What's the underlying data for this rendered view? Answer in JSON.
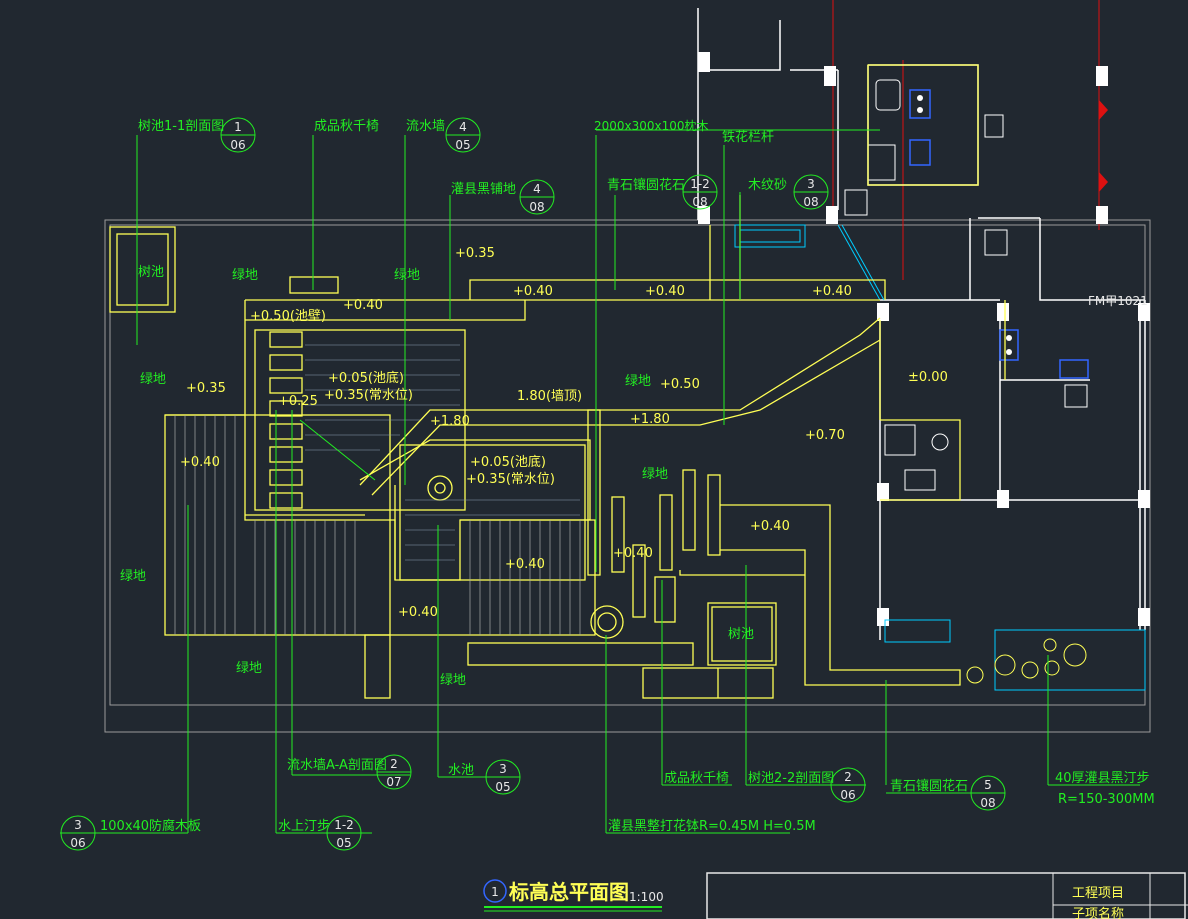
{
  "colors": {
    "background": "#212830",
    "outline": "#ffff55",
    "annotation": "#22ee22",
    "wall": "#ffffff",
    "fixture": "#00ccff",
    "axis": "#dd1111"
  },
  "labels": {
    "tree_pool_1_1": "树池1-1剖面图",
    "swing_chair": "成品秋千椅",
    "water_wall": "流水墙",
    "black_paving": "灌县黑铺地",
    "wood_2000": "2000x300x100枕木",
    "iron_rail": "铁花栏杆",
    "blue_stone": "青石镶圆花石",
    "wood_sand": "木纹砂",
    "tree_pool_1_tag": "树池",
    "tree_pool_2_tag": "树池",
    "water_wall_a": "流水墙A-A剖面图",
    "water_pool": "水池",
    "water_step": "水上汀步",
    "deck_board": "100x40防腐木板",
    "swing_chair_2": "成品秋千椅",
    "tree_pool_2_2": "树池2-2剖面图",
    "blue_stone_2": "青石镶圆花石",
    "step_stone": "40厚灌县黑汀步",
    "step_radius": "R=150-300MM",
    "flower_bowl": "灌县黑整打花钵R=0.45M H=0.5M",
    "door_tag": "FM甲1021"
  },
  "refs": {
    "r1": [
      "1",
      "06"
    ],
    "r2": [
      "4",
      "05"
    ],
    "r3": [
      "4",
      "08"
    ],
    "r4": [
      "1-2",
      "08"
    ],
    "r5": [
      "3",
      "08"
    ],
    "r6": [
      "2",
      "07"
    ],
    "r7": [
      "3",
      "05"
    ],
    "r8": [
      "1-2",
      "05"
    ],
    "r9": [
      "3",
      "06"
    ],
    "r10": [
      "2",
      "06"
    ],
    "r11": [
      "5",
      "08"
    ]
  },
  "greens": {
    "g1": "绿地",
    "g2": "绿地",
    "g3": "绿地",
    "g4": "绿地",
    "g5": "绿地",
    "g6": "绿地",
    "g7": "绿地",
    "g8": "绿地"
  },
  "elevations": {
    "e_035_top": "+0.35",
    "e_040_a": "+0.40",
    "e_040_b": "+0.40",
    "e_040_c": "+0.40",
    "e_050_pool": "+0.50(池壁)",
    "e_040_d": "+0.40",
    "e_005_1": "+0.05(池底)",
    "e_035_1": "+0.35(常水位)",
    "e_035_left": "+0.35",
    "e_025": "+0.25",
    "e_040_left": "+0.40",
    "e_180_wall": "1.80(墙顶)",
    "e_180_a": "+1.80",
    "e_180_b": "+1.80",
    "e_050_mid": "+0.50",
    "e_000": "±0.00",
    "e_070": "+0.70",
    "e_005_2": "+0.05(池底)",
    "e_035_2": "+0.35(常水位)",
    "e_040_e": "+0.40",
    "e_040_f": "+0.40",
    "e_040_g": "+0.40",
    "e_040_h": "+0.40"
  },
  "title": {
    "circle": "1",
    "text": "标高总平面图",
    "scale": "1:100"
  },
  "titleblock": {
    "project": "工程项目",
    "sub": "子项名称"
  }
}
